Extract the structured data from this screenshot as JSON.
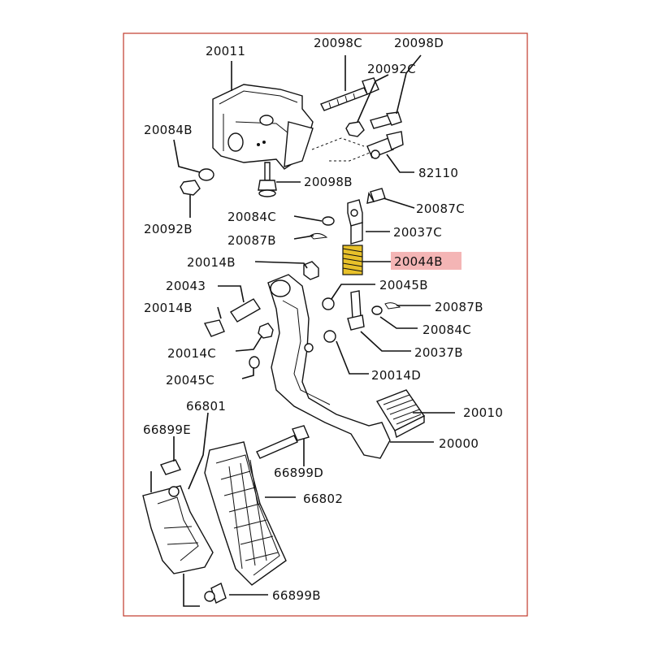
{
  "colors": {
    "frame": "#c0392b",
    "highlight": "#f4b5b5",
    "spring": "#e8c12a",
    "ink": "#111111"
  },
  "highlighted_part": "20044B",
  "labels": {
    "p20011": "20011",
    "p20098C": "20098C",
    "p20098D": "20098D",
    "p20092C": "20092C",
    "p20084B": "20084B",
    "p82110": "82110",
    "p20098B": "20098B",
    "p20092B": "20092B",
    "p20087C": "20087C",
    "p20084C_top": "20084C",
    "p20037C": "20037C",
    "p20087B_top": "20087B",
    "p20044B": "20044B",
    "p20014B_top": "20014B",
    "p20045B": "20045B",
    "p20043": "20043",
    "p20014B_left": "20014B",
    "p20087B_right": "20087B",
    "p20084C_right": "20084C",
    "p20014C": "20014C",
    "p20037B": "20037B",
    "p20014D": "20014D",
    "p20045C": "20045C",
    "p20010": "20010",
    "p66801": "66801",
    "p66899E": "66899E",
    "p20000": "20000",
    "p66899D": "66899D",
    "p66802": "66802",
    "p66899B": "66899B"
  }
}
